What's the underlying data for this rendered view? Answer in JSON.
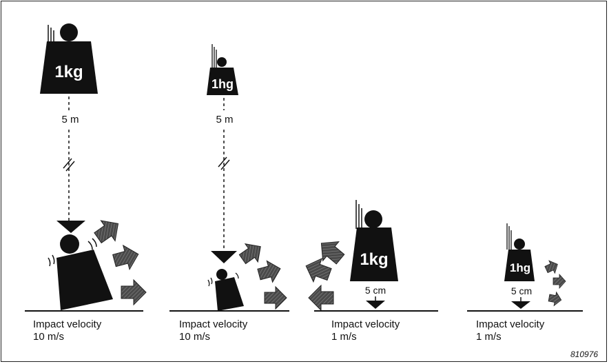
{
  "weights": {
    "w1_label": "1kg",
    "w2_label": "1hg",
    "w3_label": "1kg",
    "w4_label": "1hg"
  },
  "heights": {
    "h1": "5 m",
    "h2": "5 m",
    "h3": "5 cm",
    "h4": "5 cm"
  },
  "captions": [
    {
      "line1": "Impact velocity",
      "line2": "10 m/s"
    },
    {
      "line1": "Impact velocity",
      "line2": "10 m/s"
    },
    {
      "line1": "Impact velocity",
      "line2": "1 m/s"
    },
    {
      "line1": "Impact velocity",
      "line2": "1 m/s"
    }
  ],
  "figure_number": "810976",
  "colors": {
    "ink": "#111111",
    "arrow_fill": "#3c3c3c",
    "background": "#ffffff"
  }
}
